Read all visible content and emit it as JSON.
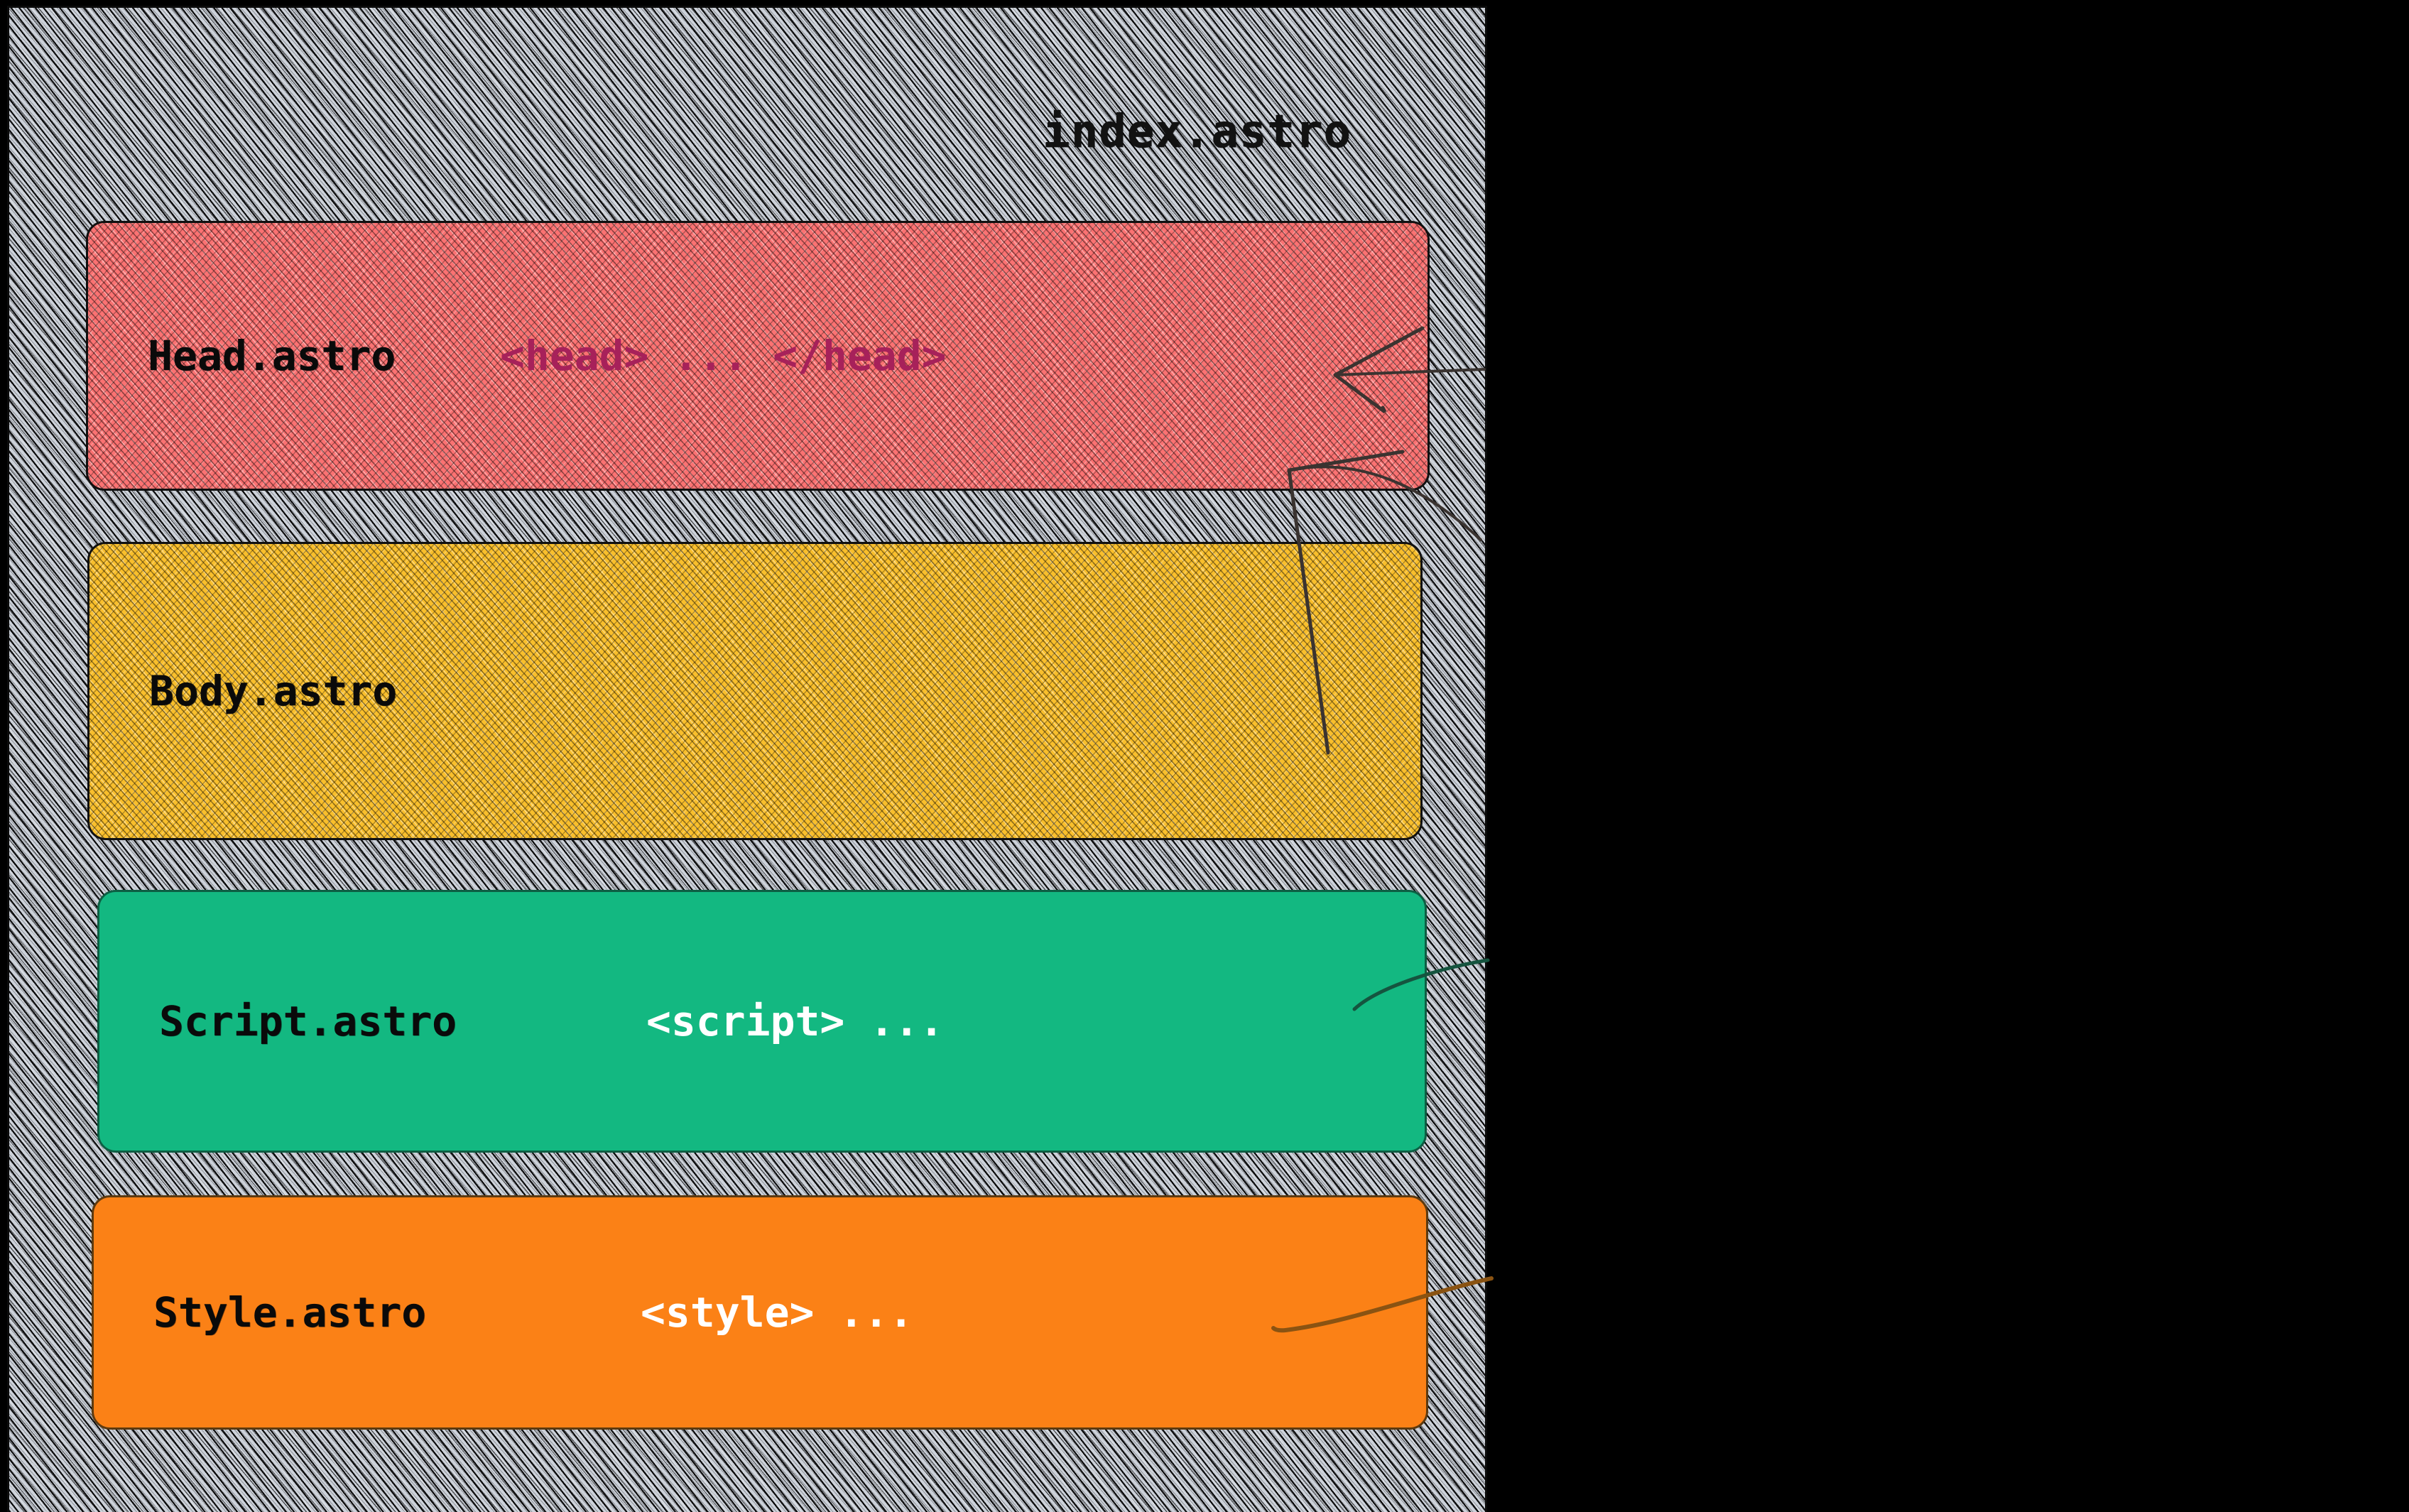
{
  "diagram": {
    "title": "index.astro",
    "style": "hand-drawn sketch",
    "canvas_bg": "#000000",
    "container_fill": "#ccd1d9",
    "blocks": [
      {
        "name": "Head.astro",
        "label": "Head.astro",
        "code": "<head> ... </head>",
        "fill": "#fb7272",
        "code_color": "#a7215a",
        "label_color": "#0a0a0a",
        "texture": "hatched"
      },
      {
        "name": "Body.astro",
        "label": "Body.astro",
        "code": "",
        "fill": "#f9bf2c",
        "code_color": "#0a0a0a",
        "label_color": "#0a0a0a",
        "texture": "hatched"
      },
      {
        "name": "Script.astro",
        "label": "Script.astro",
        "code": "<script> ...",
        "fill": "#13b881",
        "code_color": "#ffffff",
        "label_color": "#0a0a0a",
        "texture": "solid"
      },
      {
        "name": "Style.astro",
        "label": "Style.astro",
        "code": "<style> ...",
        "fill": "#fb8116",
        "code_color": "#ffffff",
        "label_color": "#0a0a0a",
        "texture": "solid"
      }
    ],
    "annotations": [
      {
        "name": "arrow-head-top",
        "target": "Head.astro",
        "color": "#3a3330"
      },
      {
        "name": "arrow-head-bottom",
        "target": "Head.astro",
        "color": "#3a3330"
      },
      {
        "name": "leader-script",
        "target": "Script.astro",
        "color": "#0d5e43"
      },
      {
        "name": "leader-style",
        "target": "Style.astro",
        "color": "#8a5312"
      }
    ]
  }
}
